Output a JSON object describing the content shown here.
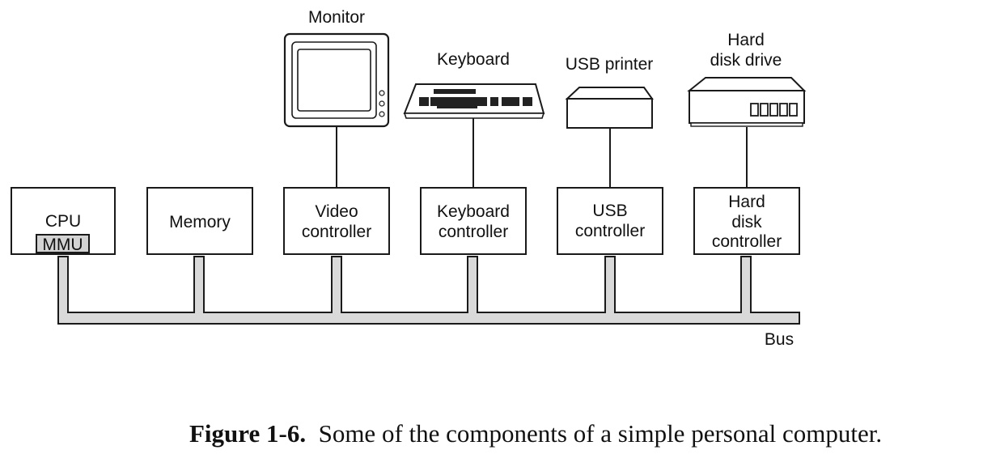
{
  "devices": {
    "monitor": "Monitor",
    "keyboard": "Keyboard",
    "usb_printer": "USB printer",
    "hard_disk_drive": [
      "Hard",
      "disk drive"
    ]
  },
  "controllers": {
    "cpu": "CPU",
    "mmu": "MMU",
    "memory": "Memory",
    "video": [
      "Video",
      "controller"
    ],
    "keyboard": [
      "Keyboard",
      "controller"
    ],
    "usb": [
      "USB",
      "controller"
    ],
    "hard_disk": [
      "Hard",
      "disk",
      "controller"
    ]
  },
  "bus_label": "Bus",
  "caption": {
    "label": "Figure 1-6.",
    "text": "Some of the components of a simple personal computer."
  },
  "colors": {
    "bus_fill": "#d9d9d9",
    "mmu_fill": "#d3d3d3",
    "stroke": "#1a1a1a",
    "background": "#ffffff"
  }
}
